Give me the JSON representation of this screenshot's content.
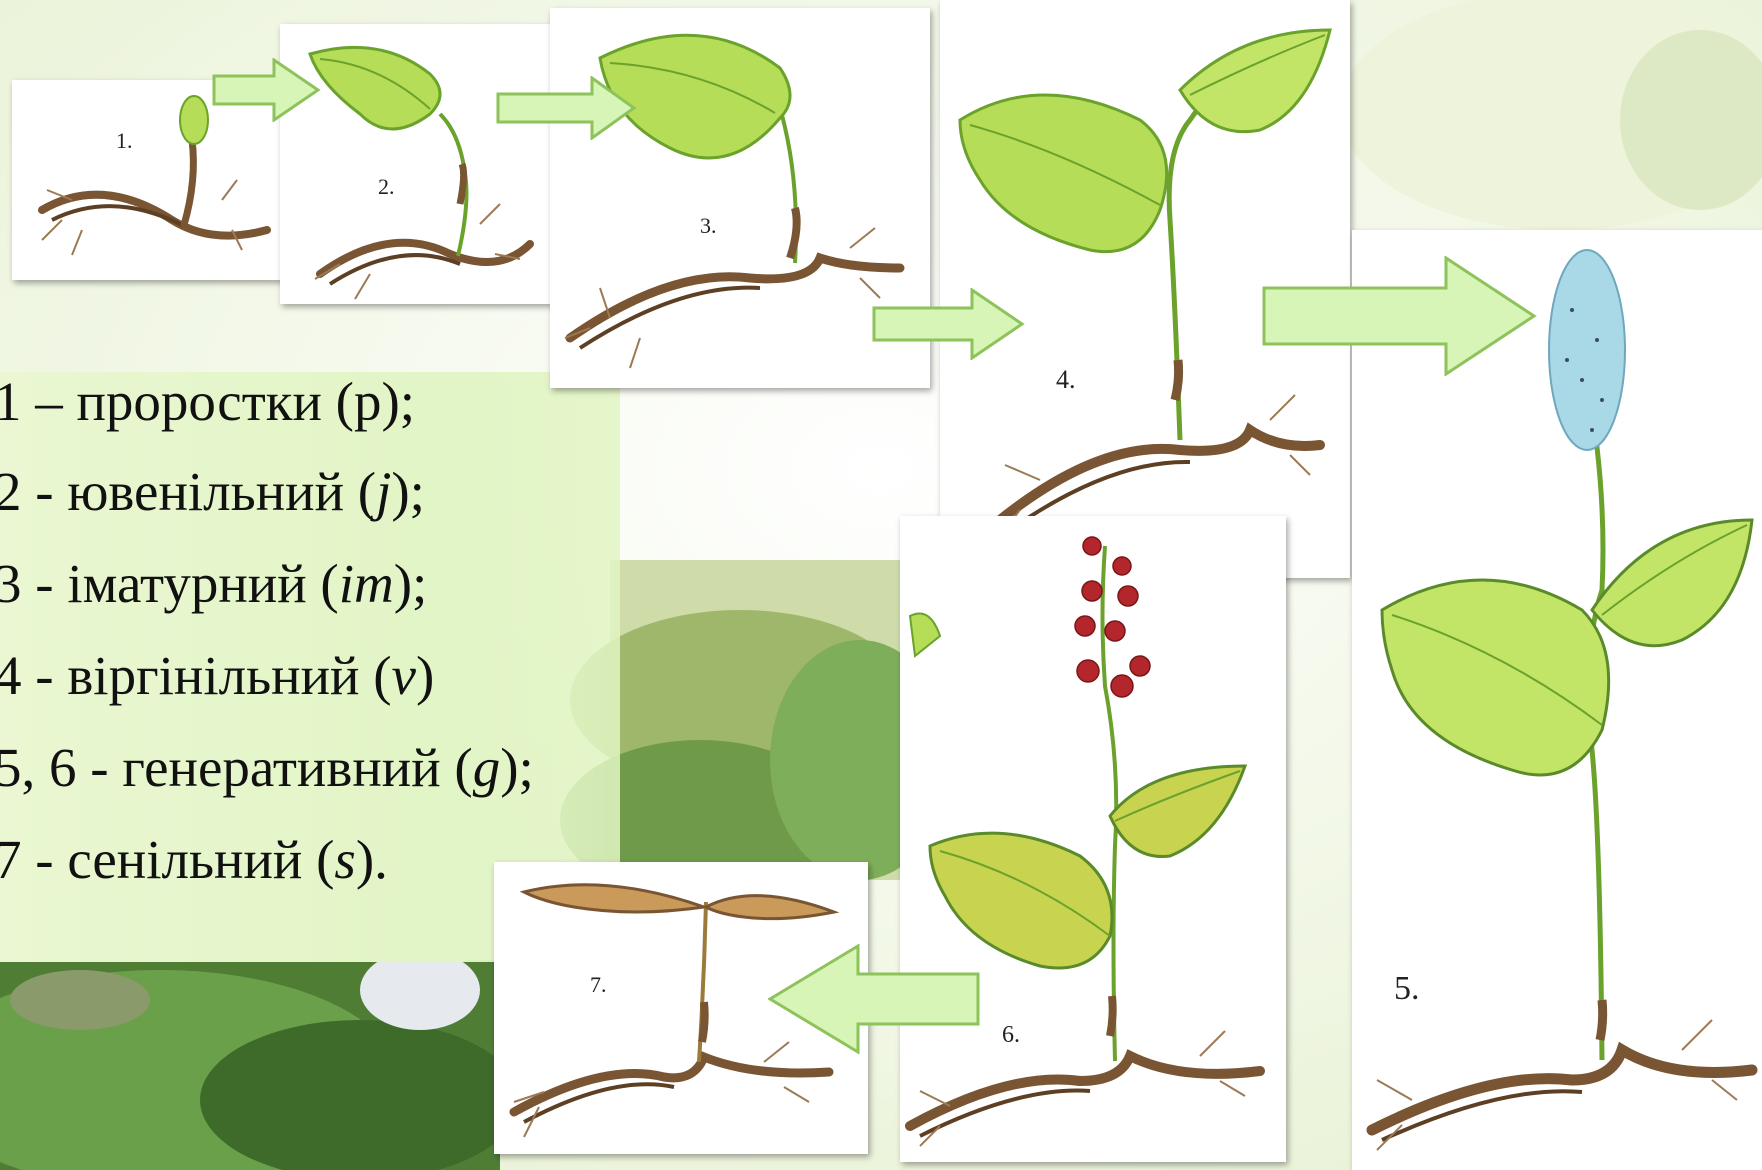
{
  "stages": [
    {
      "num": "1.",
      "label": "1 – проростки (p);"
    },
    {
      "num": "2.",
      "label_pre": "2 - ювенільний (",
      "label_em": "j",
      "label_post": ");"
    },
    {
      "num": "3.",
      "label_pre": "3 - іматурний (",
      "label_em": "im",
      "label_post": ");"
    },
    {
      "num": "4.",
      "label_pre": "4 - віргінільний (",
      "label_em": "v",
      "label_post": ")"
    },
    {
      "num": "5.",
      "label_pre": "5, 6 - генеративний (",
      "label_em": "g",
      "label_post": ");"
    },
    {
      "num": "6."
    },
    {
      "num": "7.",
      "label_pre": "7 - сенільний (",
      "label_em": "s",
      "label_post": ")."
    }
  ],
  "colors": {
    "leaf": "#b5dd57",
    "leaf_dark": "#6aa22c",
    "rhizome": "#7a5533",
    "berry": "#b3262b",
    "flower": "#a9d8e6",
    "arrow_fill": "#d8f5b8",
    "arrow_stroke": "#8ec25a",
    "legend_bg": "#e4f6c8"
  }
}
